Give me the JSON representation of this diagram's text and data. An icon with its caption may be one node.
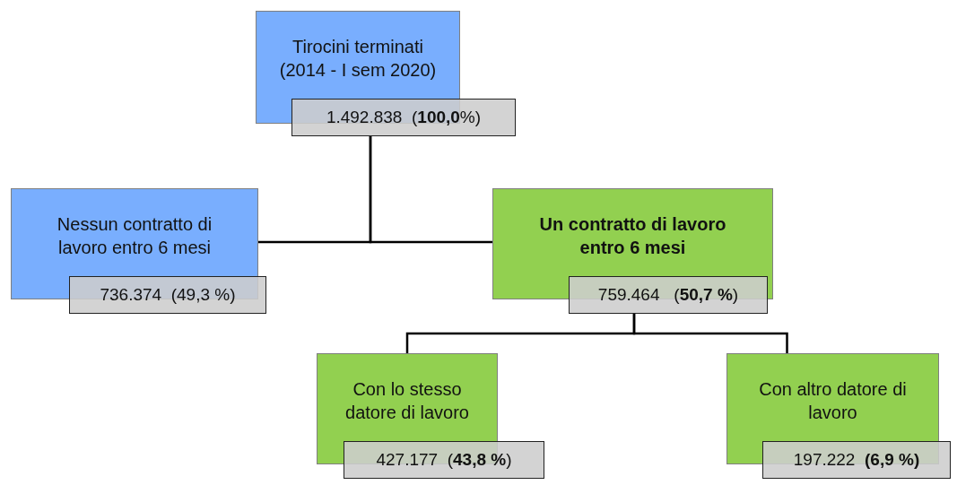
{
  "diagram": {
    "nodes": [
      {
        "text": [
          "Tirocini terminati (2014 - I sem 2020)"
        ]
      },
      {
        "text": [
          "1.492.838  (**100,0**%)"
        ]
      },
      {
        "text": [
          "Nessun contratto di lavoro entro 6 mesi"
        ]
      },
      {
        "text": [
          "736.374  (49,3 %)"
        ]
      },
      {
        "text": [
          "Un contratto di lavoro entro 6 mesi"
        ]
      },
      {
        "text": [
          "759.464   (**50,7 %**)"
        ]
      },
      {
        "text": [
          "Con lo stesso datore di lavoro"
        ]
      },
      {
        "text": [
          "427.177  (**43,8 %**)"
        ]
      },
      {
        "text": [
          "Con altro datore di lavoro"
        ]
      },
      {
        "text": [
          "197.222  **(6,9 %)**"
        ]
      }
    ],
    "edges": [
      {
        "from": 1,
        "to": 2,
        "arrow": "none"
      },
      {
        "from": 1,
        "to": 4,
        "arrow": "none"
      },
      {
        "from": 5,
        "to": 6,
        "arrow": "none"
      },
      {
        "from": 5,
        "to": 8,
        "arrow": "none"
      }
    ]
  }
}
